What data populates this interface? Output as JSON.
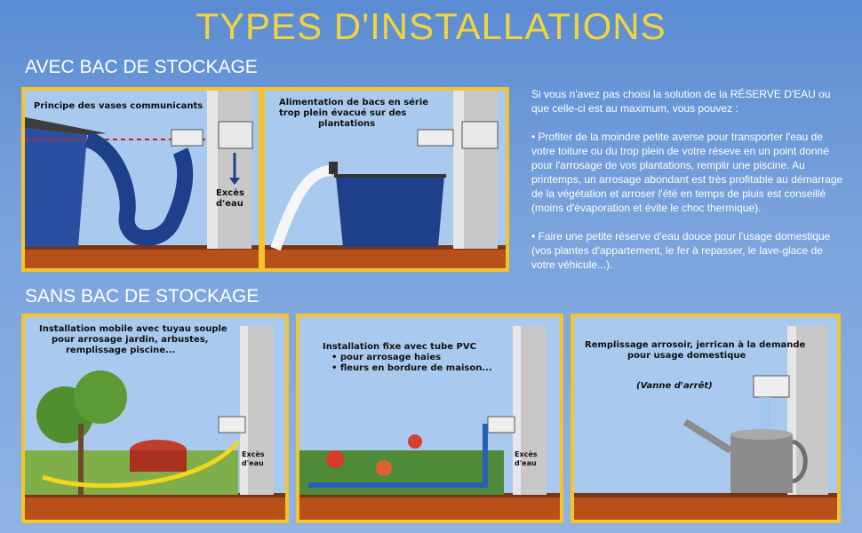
{
  "title": "TYPES D'INSTALLATIONS",
  "section_with": "AVEC BAC DE STOCKAGE",
  "section_without": "SANS BAC DE STOCKAGE",
  "panels": {
    "p1": {
      "caption": "Principe des vases communicants",
      "side": "Excès d'eau"
    },
    "p2": {
      "caption_1": "Alimentation de bacs en série",
      "caption_2": "trop plein évacué sur des",
      "caption_3": "plantations"
    },
    "p3": {
      "caption_1": "Installation mobile avec tuyau souple",
      "caption_2": "pour arrosage jardin, arbustes,",
      "caption_3": "remplissage piscine...",
      "side": "Excès d'eau"
    },
    "p4": {
      "caption_1": "Installation fixe avec tube PVC",
      "caption_2": "• pour arrosage haies",
      "caption_3": "• fleurs en bordure de maison...",
      "side": "Excès d'eau"
    },
    "p5": {
      "caption_1": "Remplissage arrosoir, jerrican à la demande",
      "caption_2": "pour usage domestique",
      "valve": "(Vanne d'arrêt)"
    }
  },
  "description": {
    "intro": "Si vous n'avez pas choisi la solution de la RÉSERVE D'EAU ou que celle-ci est au maximum, vous pouvez :",
    "point1": "• Profiter de la moindre petite averse pour transporter l'eau de votre toiture ou du trop plein de votre réseve en un point donné pour l'arrosage de vos plantations, remplir une piscine. Au printemps, un arrosage abondant est très profitable au démarrage de la végétation et arroser l'été en temps de pluis est conseillé (moins d'évaporation et évite le choc thermique).",
    "point2": "• Faire une petite réserve d'eau douce pour l'usage domestique (vos plantes d'appartement, le fer à repasser, le lave-glace de votre véhicule...)."
  },
  "colors": {
    "title": "#f4d43c",
    "frame": "#f3c42b",
    "water": "#2a4fa0",
    "soil": "#b8501c"
  }
}
